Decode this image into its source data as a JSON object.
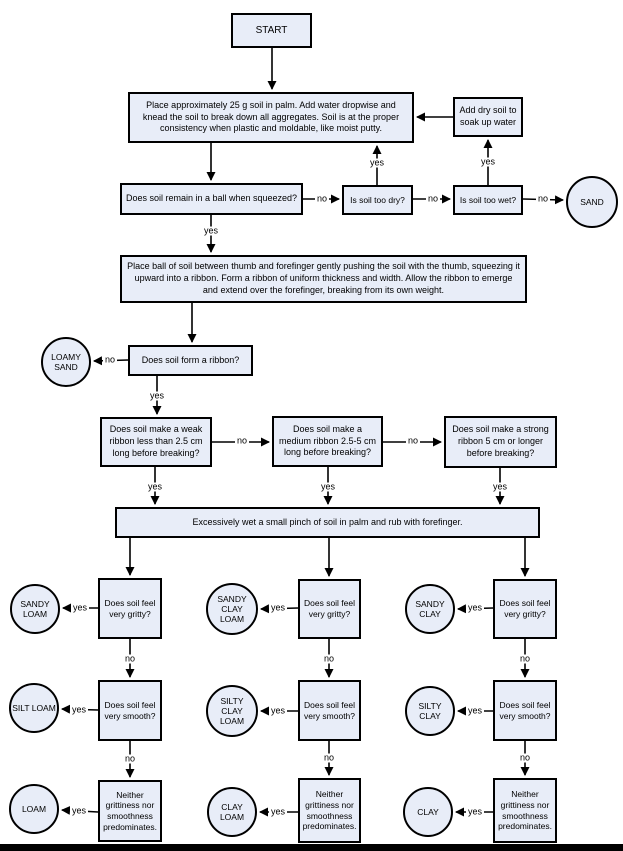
{
  "labels": {
    "yes": "yes",
    "no": "no"
  },
  "colors": {
    "node_fill": "#e8edf8",
    "node_border": "#000000",
    "line": "#000000",
    "background": "#ffffff"
  },
  "nodes": {
    "start": "START",
    "prep": "Place approximately 25 g soil in palm. Add water dropwise and knead the soil to break down all aggregates. Soil is at the proper consistency when plastic and moldable, like moist putty.",
    "add_dry": "Add dry soil to soak up water",
    "ball": "Does soil remain in a ball when squeezed?",
    "too_dry": "Is soil too dry?",
    "too_wet": "Is soil too wet?",
    "sand": "SAND",
    "ribbon_instruction": "Place ball of soil between thumb and forefinger gently pushing the soil with the thumb, squeezing it upward into a ribbon. Form a ribbon of uniform thickness and width. Allow the ribbon to emerge and extend over the forefinger, breaking from its own weight.",
    "loamy_sand": "LOAMY SAND",
    "form_ribbon": "Does soil form a ribbon?",
    "weak_ribbon": "Does soil make a weak ribbon less than 2.5 cm long before breaking?",
    "medium_ribbon": "Does soil make a medium ribbon 2.5-5 cm long before breaking?",
    "strong_ribbon": "Does soil make a strong ribbon 5 cm or longer before breaking?",
    "wet_pinch": "Excessively wet a small pinch of soil in palm and rub with forefinger.",
    "gritty": "Does soil feel very gritty?",
    "smooth": "Does soil feel very smooth?",
    "neither": "Neither grittiness nor smoothness predominates.",
    "sandy_loam": "SANDY LOAM",
    "silt_loam": "SILT LOAM",
    "loam": "LOAM",
    "sandy_clay_loam": "SANDY CLAY LOAM",
    "silty_clay_loam": "SILTY CLAY LOAM",
    "clay_loam": "CLAY LOAM",
    "sandy_clay": "SANDY CLAY",
    "silty_clay": "SILTY CLAY",
    "clay": "CLAY"
  }
}
